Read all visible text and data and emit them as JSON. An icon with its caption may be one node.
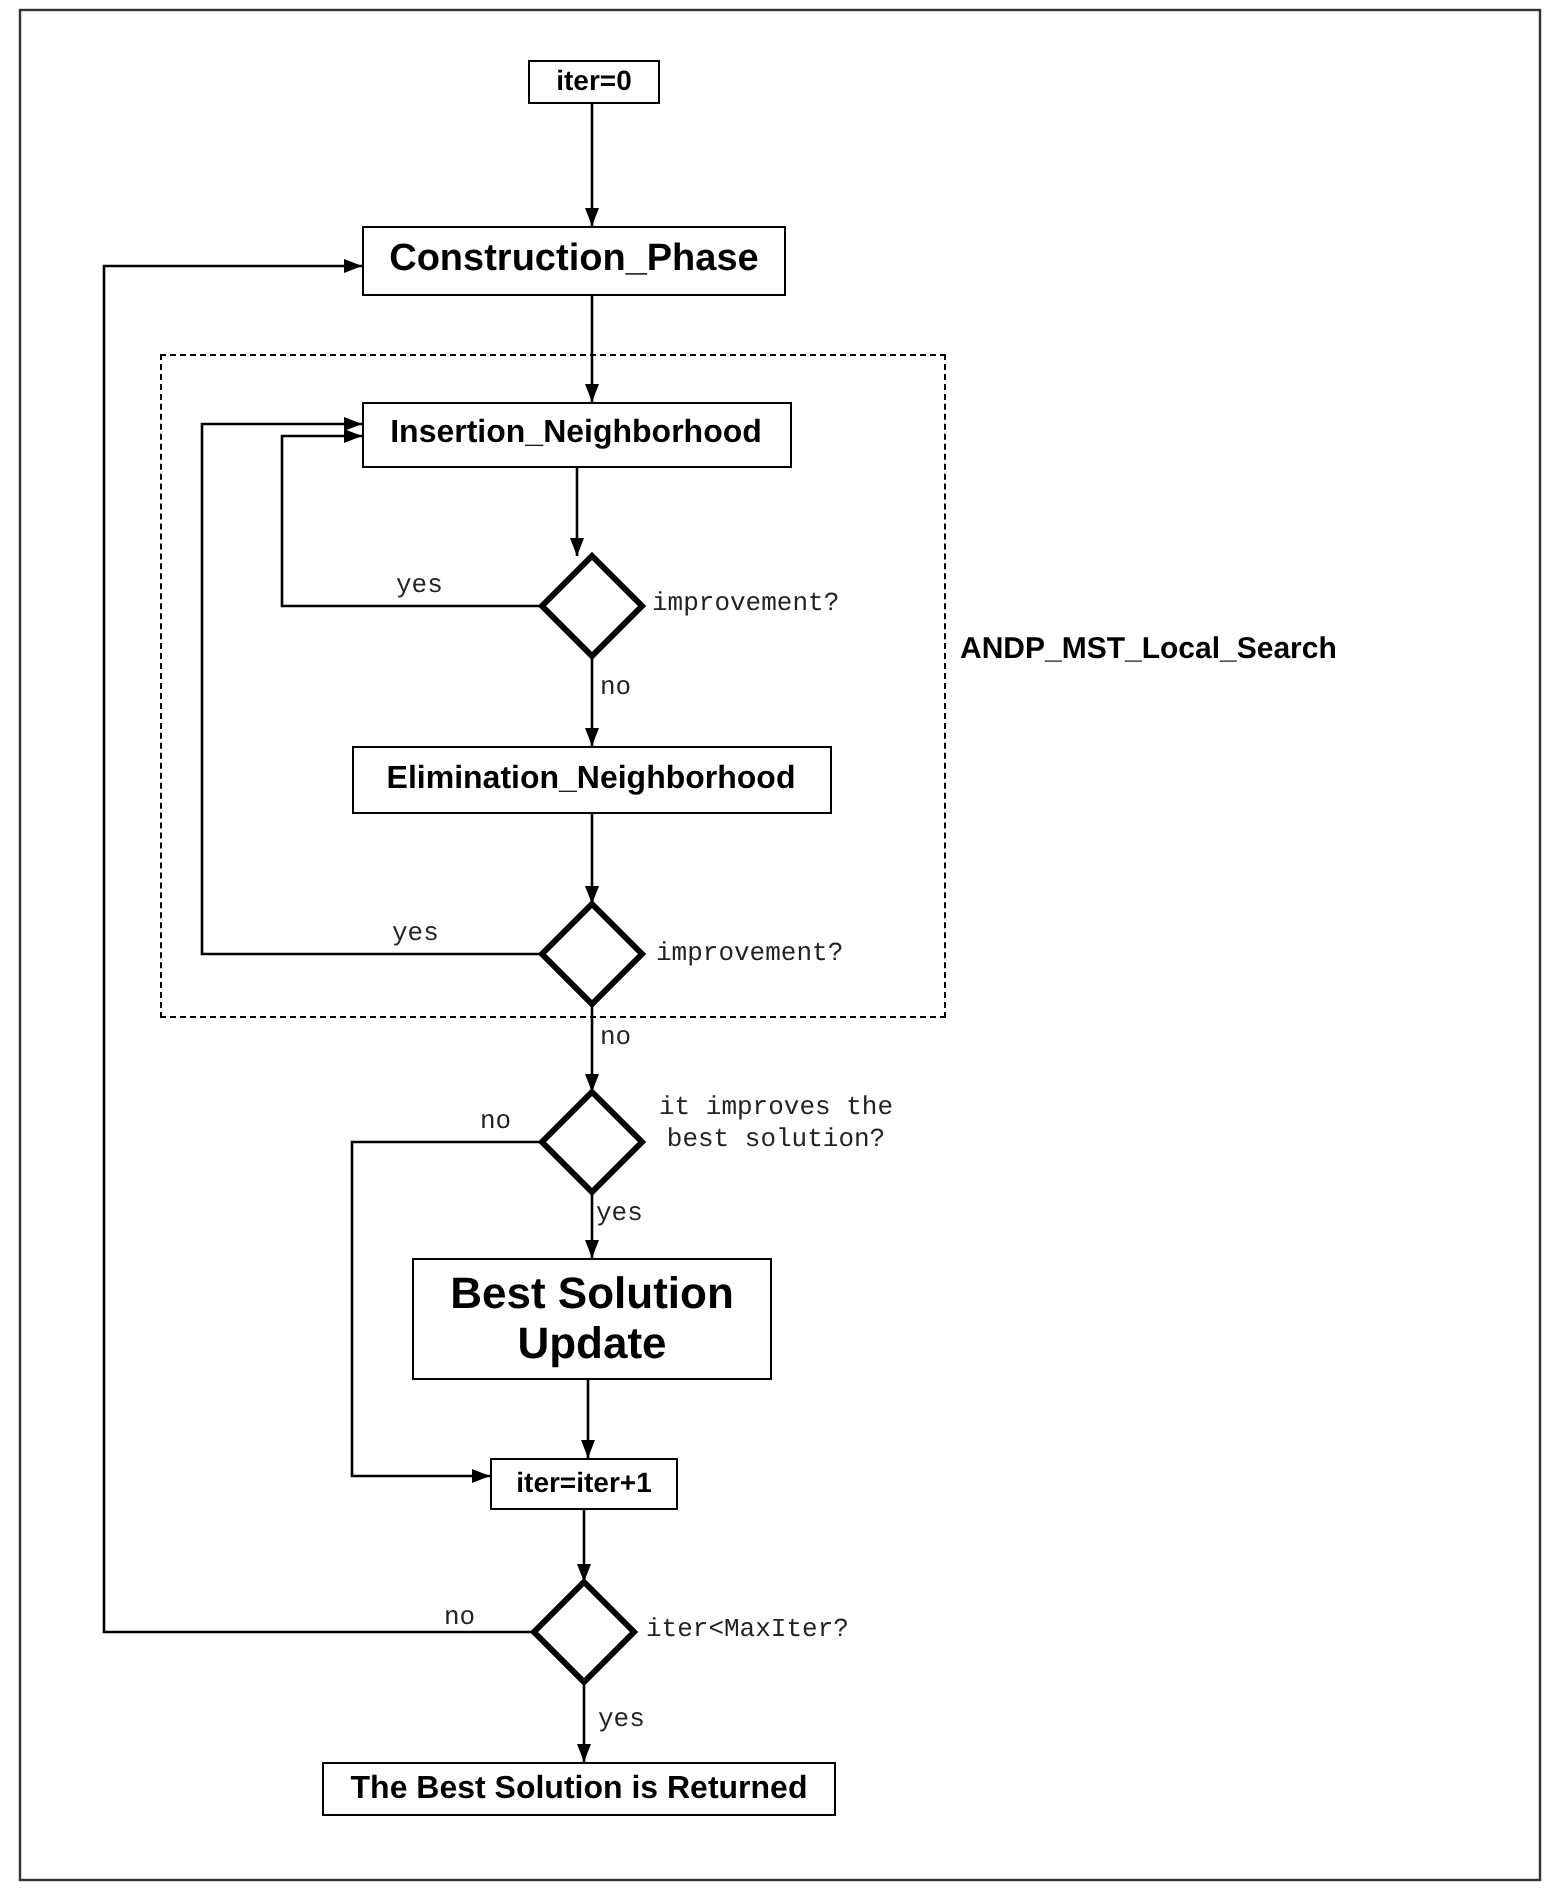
{
  "diagram": {
    "nodes": [
      {
        "text": [
          "iter=0"
        ]
      },
      {
        "text": [
          "Construction_Phase"
        ]
      },
      {
        "text": [
          "ANDP_MST_Local_Search"
        ]
      },
      {
        "text": [
          "Insertion_Neighborhood"
        ],
        "in": 2
      },
      {
        "text": [],
        "shape": "diamond",
        "beside": [
          "improvement?"
        ],
        "in": 2
      },
      {
        "text": [
          "Elimination_Neighborhood"
        ],
        "in": 2
      },
      {
        "text": [],
        "shape": "diamond",
        "beside": [
          "improvement?"
        ],
        "in": 2
      },
      {
        "text": [],
        "shape": "diamond",
        "beside": [
          "it improves the best solution?"
        ]
      },
      {
        "text": [
          "Best Solution Update"
        ]
      },
      {
        "text": [
          "iter=iter+1"
        ]
      },
      {
        "text": [],
        "shape": "diamond",
        "beside": [
          "iter<MaxIter?"
        ]
      },
      {
        "text": [
          "The Best Solution is Returned"
        ]
      }
    ],
    "edges": [
      {
        "from": 0,
        "to": 1,
        "arrow": "to"
      },
      {
        "from": 1,
        "to": 3,
        "arrow": "to"
      },
      {
        "from": 3,
        "to": 4,
        "arrow": "to"
      },
      {
        "from": 4,
        "to": 3,
        "arrow": "to",
        "label": "yes"
      },
      {
        "from": 4,
        "to": 5,
        "arrow": "to",
        "label": "no"
      },
      {
        "from": 5,
        "to": 6,
        "arrow": "to"
      },
      {
        "from": 6,
        "to": 3,
        "arrow": "to",
        "label": "yes"
      },
      {
        "from": 6,
        "to": 7,
        "arrow": "to",
        "label": "no"
      },
      {
        "from": 7,
        "to": 8,
        "arrow": "to",
        "label": "yes"
      },
      {
        "from": 7,
        "to": 9,
        "arrow": "to",
        "label": "no"
      },
      {
        "from": 8,
        "to": 9,
        "arrow": "to"
      },
      {
        "from": 9,
        "to": 10,
        "arrow": "to"
      },
      {
        "from": 10,
        "to": 1,
        "arrow": "to",
        "label": "no"
      },
      {
        "from": 10,
        "to": 11,
        "arrow": "to",
        "label": "yes"
      }
    ]
  }
}
